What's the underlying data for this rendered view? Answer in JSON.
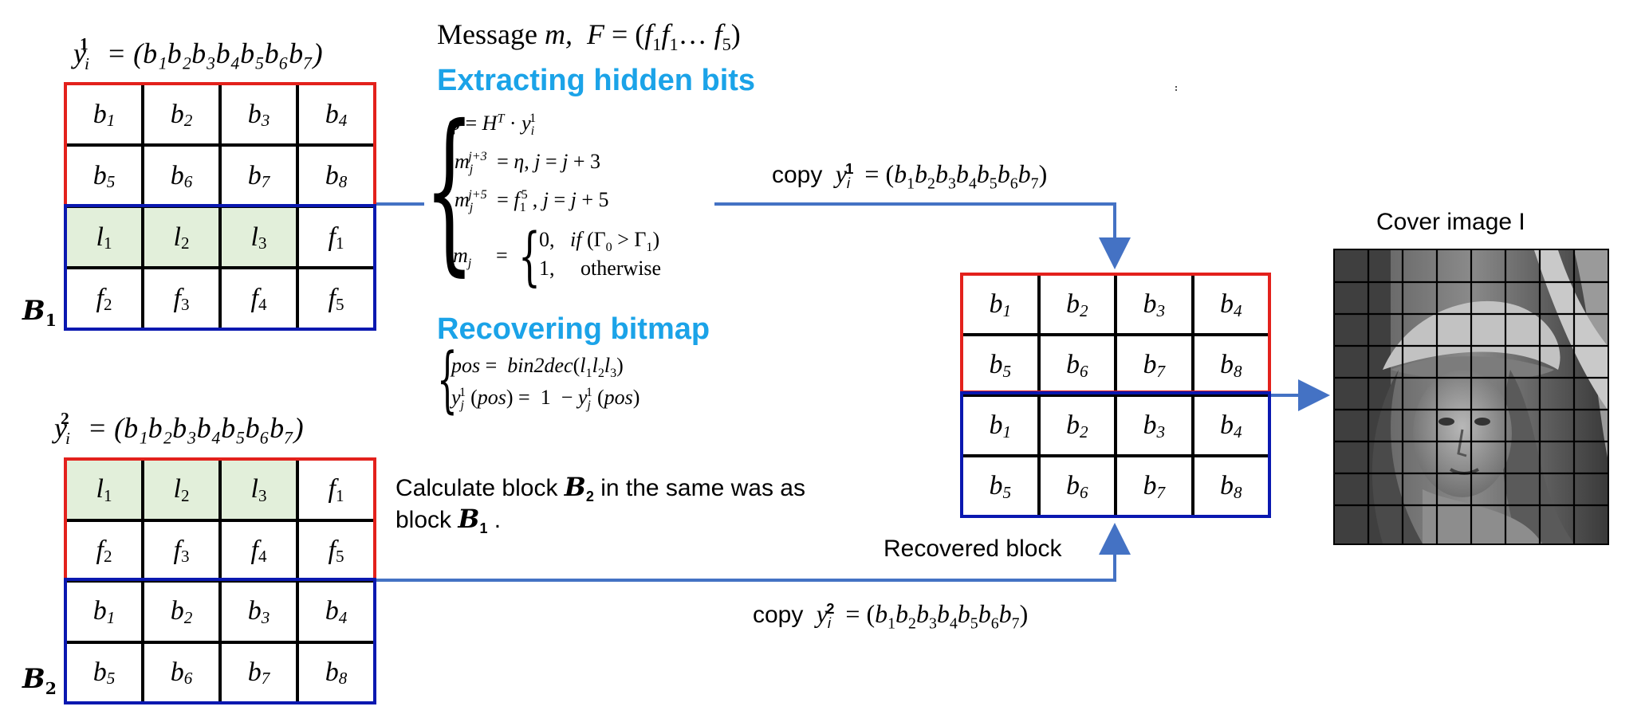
{
  "message_label": "Message",
  "block1": {
    "title_prefix": "y",
    "title_sub": "i",
    "title_sup": "1",
    "title_rhs": "= (b₁b₂b₃b₄b₅b₆b₇)",
    "label": "B",
    "label_sub": "1",
    "rows": [
      [
        "b1",
        "b2",
        "b3",
        "b4"
      ],
      [
        "b5",
        "b6",
        "b7",
        "b8"
      ],
      [
        "l1",
        "l2",
        "l3",
        "f1"
      ],
      [
        "f2",
        "f3",
        "f4",
        "f5"
      ]
    ]
  },
  "block2": {
    "title_prefix": "y",
    "title_sub": "i",
    "title_sup": "2",
    "title_rhs": "= (b₁b₂b₃b₄b₅b₆b₇)",
    "label": "B",
    "label_sub": "2",
    "rows": [
      [
        "l1",
        "l2",
        "l3",
        "f1"
      ],
      [
        "f2",
        "f3",
        "f4",
        "f5"
      ],
      [
        "b1",
        "b2",
        "b3",
        "b4"
      ],
      [
        "b5",
        "b6",
        "b7",
        "b8"
      ]
    ]
  },
  "recovered": {
    "rows": [
      [
        "b1",
        "b2",
        "b3",
        "b4"
      ],
      [
        "b5",
        "b6",
        "b7",
        "b8"
      ],
      [
        "b1",
        "b2",
        "b3",
        "b4"
      ],
      [
        "b5",
        "b6",
        "b7",
        "b8"
      ]
    ],
    "caption": "Recovered block"
  },
  "headings": {
    "extracting": "Extracting hidden bits",
    "recovering": "Recovering bitmap"
  },
  "calc_text": {
    "line1_pre": "Calculate block",
    "line1_post": "in the same was as",
    "line2_pre": "block",
    "line2_post": "."
  },
  "copy_labels": {
    "copy1": "copy",
    "copy2": "copy"
  },
  "cover": {
    "title": "Cover image I"
  },
  "colors": {
    "red": "#e3211c",
    "blue": "#0a18b0",
    "arrow": "#4472c4",
    "heading": "#1ba3e8",
    "green": "#e2efda"
  }
}
